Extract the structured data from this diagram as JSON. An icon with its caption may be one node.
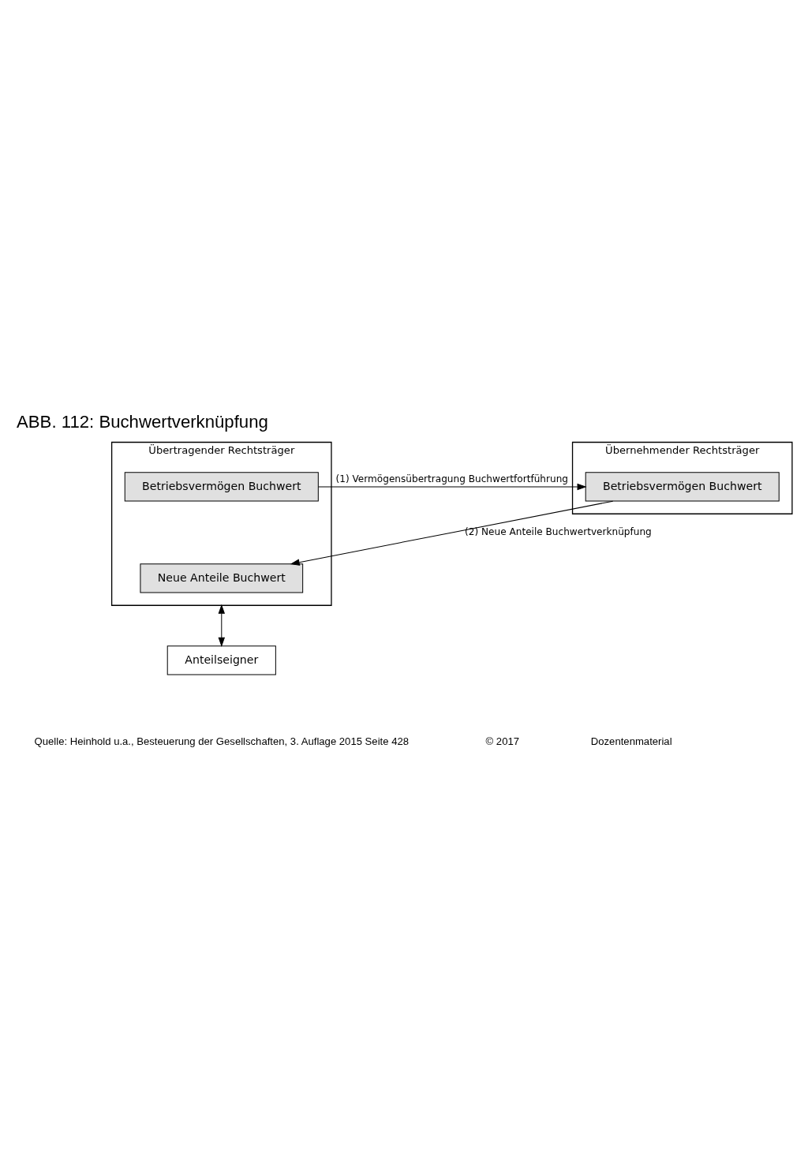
{
  "diagram": {
    "title": "ABB. 112: Buchwertverknüpfung",
    "nodes": [
      {
        "text": [
          "Übertragender Rechtsträger"
        ]
      },
      {
        "text": [
          "Betriebsvermögen Buchwert"
        ],
        "in": 0
      },
      {
        "text": [
          "Neue Anteile Buchwert"
        ],
        "in": 0
      },
      {
        "text": [
          "Übernehmender Rechtsträger"
        ]
      },
      {
        "text": [
          "Betriebsvermögen Buchwert"
        ],
        "in": 3
      },
      {
        "text": [
          "Anteilseigner"
        ]
      }
    ],
    "edges": [
      {
        "from": 1,
        "to": 4,
        "arrow": "to",
        "label": "(1) Vermögensübertragung Buchwertfortführung"
      },
      {
        "from": 4,
        "to": 2,
        "arrow": "to",
        "label": "(2) Neue Anteile Buchwertverknüpfung"
      },
      {
        "from": 0,
        "to": 5,
        "arrow": "both"
      }
    ],
    "labels": [
      "Quelle: Heinhold u.a., Besteuerung der Gesellschaften, 3. Auflage 2015 Seite 428",
      "© 2017",
      "Dozentenmaterial"
    ]
  }
}
